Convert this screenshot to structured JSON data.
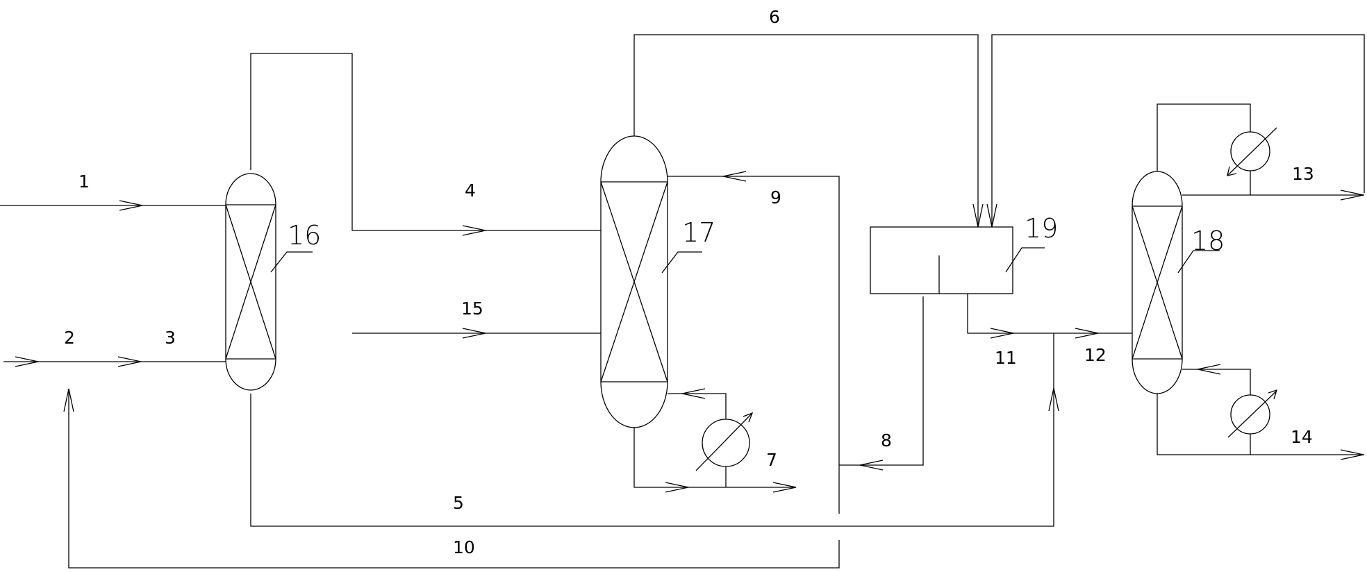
{
  "diagram": {
    "streams": {
      "s1": "1",
      "s2": "2",
      "s3": "3",
      "s4": "4",
      "s5": "5",
      "s6": "6",
      "s7": "7",
      "s8": "8",
      "s9": "9",
      "s10": "10",
      "s11": "11",
      "s12": "12",
      "s13": "13",
      "s14": "14",
      "s15": "15"
    },
    "equipment": {
      "e16": "16",
      "e17": "17",
      "e18": "18",
      "e19": "19"
    }
  }
}
